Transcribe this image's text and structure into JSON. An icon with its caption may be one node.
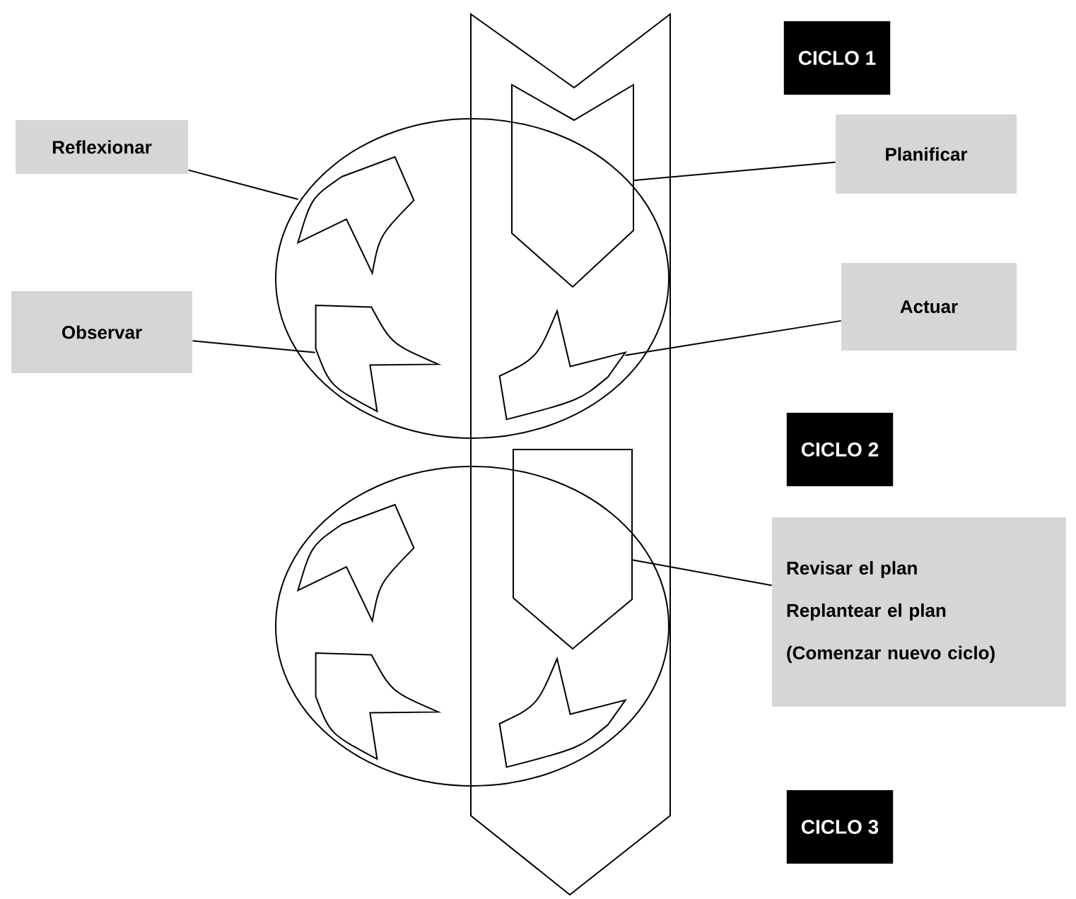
{
  "diagram": {
    "nodes": [
      {
        "text": [
          "CICLO 1"
        ]
      },
      {
        "text": [
          "Reflexionar"
        ]
      },
      {
        "text": [
          "Planificar"
        ]
      },
      {
        "text": [],
        "shape": "arrow"
      },
      {
        "text": [],
        "shape": "arrow"
      },
      {
        "text": [
          "Observar"
        ]
      },
      {
        "text": [
          "Actuar"
        ]
      },
      {
        "text": [],
        "shape": "arrow"
      },
      {
        "text": [],
        "shape": "arrow"
      },
      {
        "text": [
          "CICLO 2"
        ]
      },
      {
        "text": [
          "Revisar el plan",
          "Replantear el plan",
          "(Comenzar nuevo ciclo)"
        ]
      },
      {
        "text": [],
        "shape": "arrow"
      },
      {
        "text": [],
        "shape": "arrow"
      },
      {
        "text": [],
        "shape": "arrow"
      },
      {
        "text": [],
        "shape": "arrow"
      },
      {
        "text": [
          "CICLO 3"
        ]
      }
    ],
    "edges": [
      {
        "from": 1,
        "to": 3,
        "arrow": "none"
      },
      {
        "from": 2,
        "to": 4,
        "arrow": "none"
      },
      {
        "from": 5,
        "to": 7,
        "arrow": "none"
      },
      {
        "from": 6,
        "to": 8,
        "arrow": "none"
      },
      {
        "from": 10,
        "to": 11,
        "arrow": "none"
      }
    ]
  }
}
